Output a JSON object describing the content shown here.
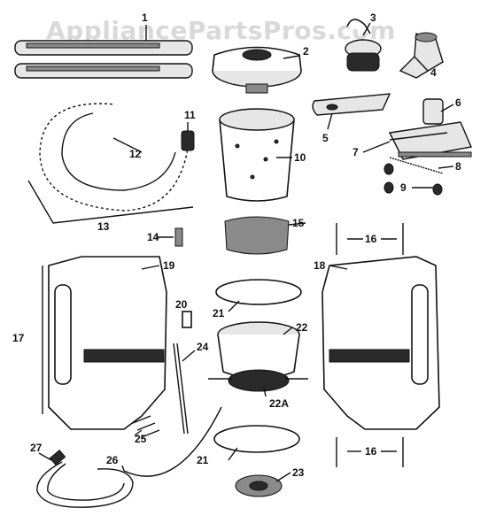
{
  "watermark": "AppliancePartsPros.com",
  "callouts": [
    "1",
    "2",
    "3",
    "4",
    "5",
    "6",
    "7",
    "8",
    "9",
    "10",
    "11",
    "12",
    "13",
    "14",
    "15",
    "16",
    "16",
    "17",
    "18",
    "19",
    "20",
    "21",
    "21",
    "22",
    "22A",
    "23",
    "24",
    "25",
    "26",
    "27"
  ],
  "colors": {
    "ink": "#111111",
    "background": "#ffffff",
    "watermark": "#d9d9d9"
  }
}
